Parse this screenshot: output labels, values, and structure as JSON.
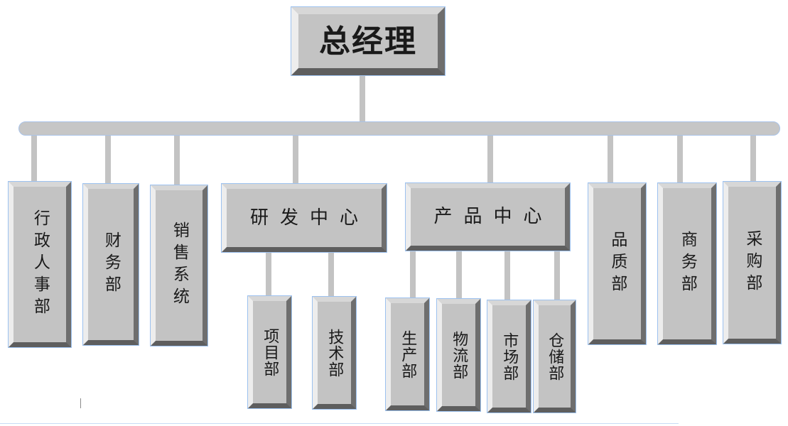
{
  "org_chart": {
    "top": "总经理",
    "top_level_departments": [
      "行政人事部",
      "财务部",
      "销售系统",
      "研发中心",
      "产品中心",
      "品质部",
      "商务部",
      "采购部"
    ],
    "rd_center": {
      "name": "研发中心",
      "children": [
        "项目部",
        "技术部"
      ]
    },
    "product_center": {
      "name": "产品中心",
      "children": [
        "生产部",
        "物流部",
        "市场部",
        "仓储部"
      ]
    }
  },
  "colors": {
    "box_fill": "#c3c3c3",
    "box_outline": "#9cc1ef",
    "connector": "#c3c3c3"
  }
}
